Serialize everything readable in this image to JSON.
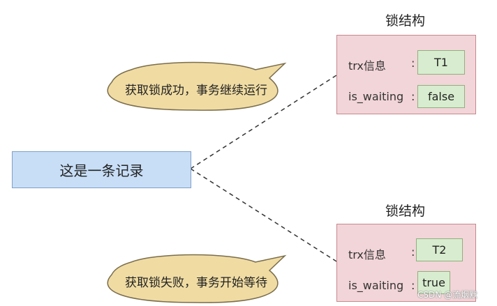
{
  "record": {
    "label": "这是一条记录"
  },
  "locks": [
    {
      "title": "锁结构",
      "trx_label": "trx信息",
      "trx_value": "T1",
      "waiting_label": "is_waiting",
      "waiting_value": "false",
      "colon": ":"
    },
    {
      "title": "锁结构",
      "trx_label": "trx信息",
      "trx_value": "T2",
      "waiting_label": "is_waiting",
      "waiting_value": "true",
      "colon": ":"
    }
  ],
  "bubbles": [
    {
      "text": "获取锁成功，事务继续运行"
    },
    {
      "text": "获取锁失败，事务开始等待"
    }
  ],
  "watermark": "CSDN @流烟默",
  "colors": {
    "lock_fill": "#f2d5d8",
    "lock_border": "#c7878e",
    "value_fill": "#d8edcf",
    "record_fill": "#c8def7",
    "bubble_fill": "#f0dca3",
    "bubble_border": "#7a6d4c"
  }
}
